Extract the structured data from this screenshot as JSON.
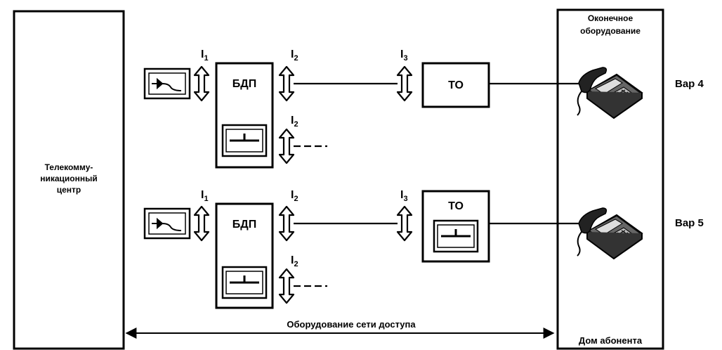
{
  "center": {
    "lines": [
      "Телекомму-",
      "никационный",
      "центр"
    ]
  },
  "terminal": {
    "lines": [
      "Оконечное",
      "оборудование"
    ]
  },
  "variants": [
    "Вар 4",
    "Вар 5"
  ],
  "bdp_label": "БДП",
  "to_label": "ТО",
  "interfaces": {
    "i1": {
      "base": "I",
      "sub": "1"
    },
    "i2": {
      "base": "I",
      "sub": "2"
    },
    "i3": {
      "base": "I",
      "sub": "3"
    }
  },
  "access_equipment_label": "Оборудование сети доступа",
  "subscriber_home_label": "Дом абонента"
}
